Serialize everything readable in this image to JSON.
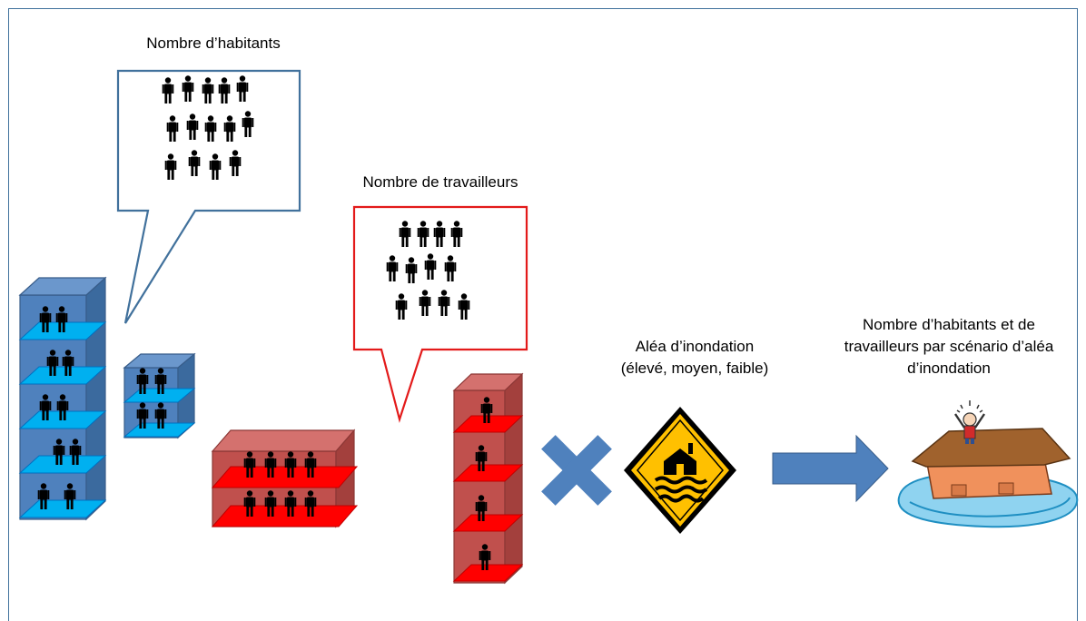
{
  "labels": {
    "habitants": "Nombre d’habitants",
    "travailleurs": "Nombre de travailleurs",
    "alea_line1": "Aléa d’inondation",
    "alea_line2": "(élevé, moyen, faible)",
    "result_line1": "Nombre d’habitants et de",
    "result_line2": "travailleurs par scénario d’aléa",
    "result_line3": "d’inondation"
  },
  "colors": {
    "residential_building": "#4f81bd",
    "residential_floor": "#00b0f0",
    "work_building": "#c0504d",
    "work_floor": "#ff0000",
    "habitants_callout_border": "#41719c",
    "travailleurs_callout_border": "#e31a1a",
    "cross": "#4f81bd",
    "arrow": "#4f81bd",
    "warning_sign": "#ffc000"
  },
  "icons": {
    "multiply": "cross-icon",
    "flood_sign": "flood-warning-sign-icon",
    "flooded_house": "flooded-house-icon",
    "person": "person-icon"
  }
}
